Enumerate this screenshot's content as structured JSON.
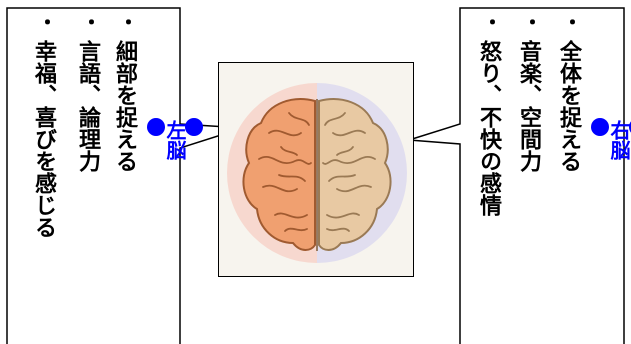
{
  "colors": {
    "accent": "#0000ff",
    "left_hemisphere": "#f0a070",
    "right_hemisphere": "#e8c9a3",
    "halo_left": "#f7cfc4",
    "halo_right": "#d9d7ef"
  },
  "left_brain": {
    "title": "左脳",
    "items": [
      {
        "bullet": "・",
        "text": "細部を捉える"
      },
      {
        "bullet": "・",
        "text": "言語、論理力"
      },
      {
        "bullet": "・",
        "text": "幸福、喜びを感じる"
      }
    ]
  },
  "right_brain": {
    "title": "右脳",
    "items": [
      {
        "bullet": "・",
        "text": "全体を捉える"
      },
      {
        "bullet": "・",
        "text": "音楽、空間力"
      },
      {
        "bullet": "・",
        "text": "怒り、不快の感情"
      }
    ]
  },
  "image": {
    "icon": "brain-icon"
  }
}
